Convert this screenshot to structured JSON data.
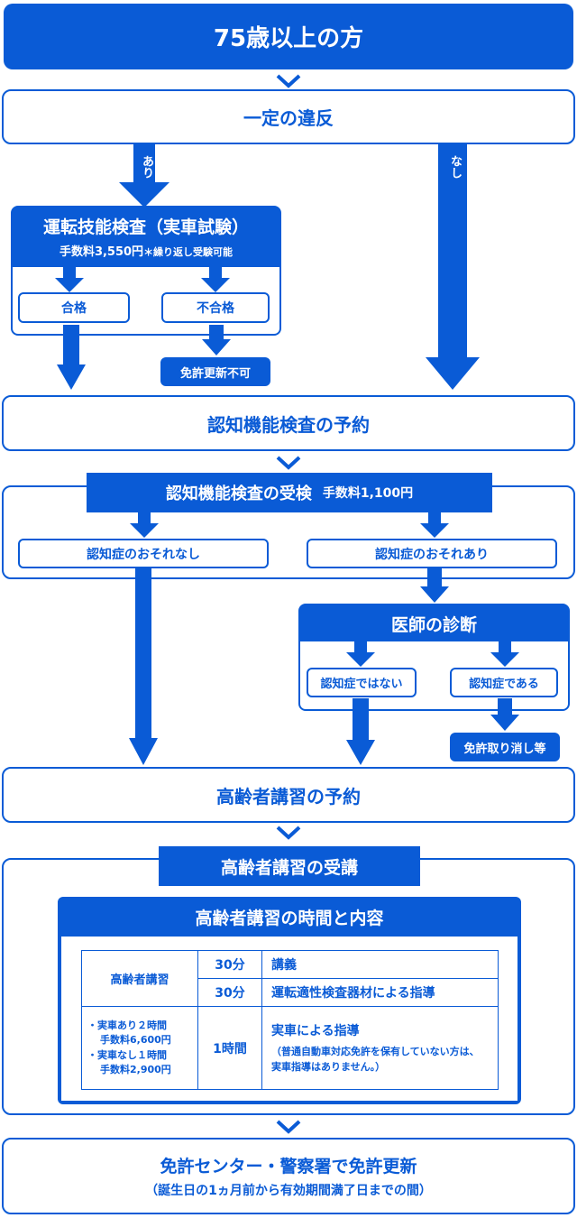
{
  "colors": {
    "accent": "#0a5bd6",
    "background": "#ffffff",
    "text_on_accent": "#ffffff"
  },
  "title": "75歳以上の方",
  "violation": {
    "label": "一定の違反",
    "yes_label": "あり",
    "no_label": "なし"
  },
  "driving_test": {
    "title": "運転技能検査（実車試験）",
    "fee": "手数料3,550円",
    "note": "＊繰り返し受験可能",
    "pass": "合格",
    "fail": "不合格",
    "fail_result": "免許更新不可"
  },
  "cognitive_reservation": "認知機能検査の予約",
  "cognitive_exam": {
    "title": "認知機能検査の受検",
    "fee": "手数料1,100円",
    "no_risk": "認知症のおそれなし",
    "risk": "認知症のおそれあり"
  },
  "diagnosis": {
    "title": "医師の診断",
    "not_dementia": "認知症ではない",
    "dementia": "認知症である",
    "dementia_result": "免許取り消し等"
  },
  "lecture_reservation": "高齢者講習の予約",
  "lecture": {
    "title": "高齢者講習の受講",
    "content_title": "高齢者講習の時間と内容",
    "table": {
      "row_header": "高齢者講習",
      "rows": [
        {
          "time": "30分",
          "content": "講義"
        },
        {
          "time": "30分",
          "content": "運転適性検査器材による指導"
        }
      ],
      "fee_line1": "・実車あり２時間",
      "fee_line2": "手数料6,600円",
      "fee_line3": "・実車なし１時間",
      "fee_line4": "手数料2,900円",
      "practice_time": "1時間",
      "practice_content": "実車による指導",
      "practice_note": "（普通自動車対応免許を保有していない方は、実車指導はありません。）"
    }
  },
  "final": {
    "title": "免許センター・警察署で免許更新",
    "subtitle": "（誕生日の1ヵ月前から有効期間満了日までの間）"
  }
}
